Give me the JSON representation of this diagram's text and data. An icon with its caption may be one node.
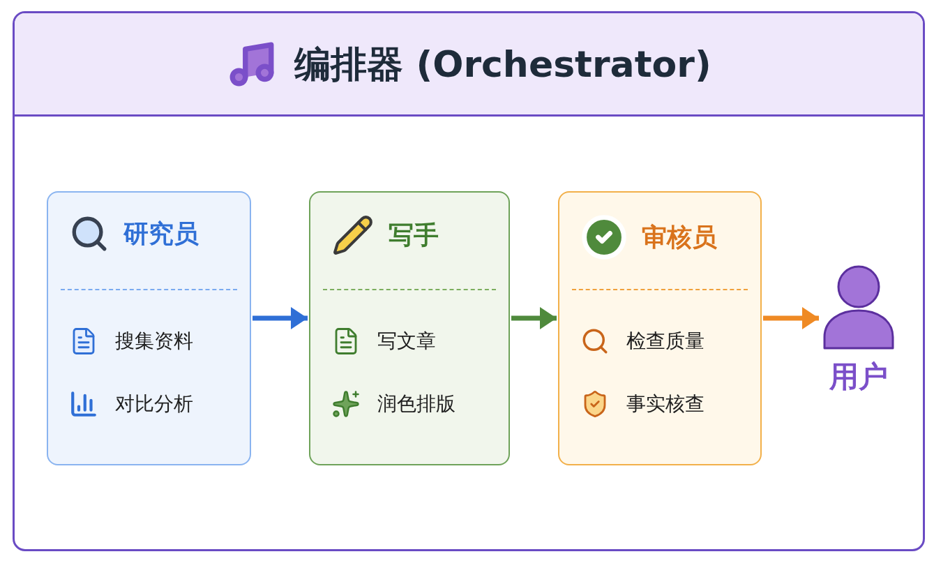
{
  "diagram": {
    "nodes": [
      {
        "text": [
          "编排器 (Orchestrator)"
        ]
      },
      {
        "text": [
          "研究员",
          "搜集资料",
          "对比分析"
        ],
        "in": 0
      },
      {
        "text": [
          "写手",
          "写文章",
          "润色排版"
        ],
        "in": 0
      },
      {
        "text": [
          "审核员",
          "检查质量",
          "事实核查"
        ],
        "in": 0
      },
      {
        "text": [
          "用户"
        ],
        "in": 0
      }
    ],
    "edges": [
      {
        "from": 1,
        "to": 2,
        "arrow": "to",
        "color": "#2f6fd6"
      },
      {
        "from": 2,
        "to": 3,
        "arrow": "to",
        "color": "#4f8a3c"
      },
      {
        "from": 3,
        "to": 4,
        "arrow": "to",
        "color": "#ef8a24"
      }
    ]
  }
}
